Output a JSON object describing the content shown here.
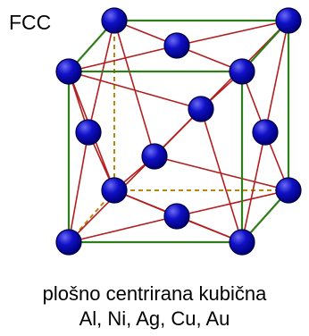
{
  "header": {
    "label": "FCC"
  },
  "caption": {
    "line1": "plošno centrirana kubična",
    "line2": "Al, Ni, Ag, Cu, Au"
  },
  "colors": {
    "cube_edge": "#2e7d1a",
    "hidden_edge": "#b8860b",
    "bond": "#b21e1e",
    "atom": "#1010c8",
    "atom_highlight": "#6a6af5",
    "atom_outline": "#000040"
  },
  "structure": {
    "corner_atoms": 8,
    "face_center_atoms": 6
  }
}
